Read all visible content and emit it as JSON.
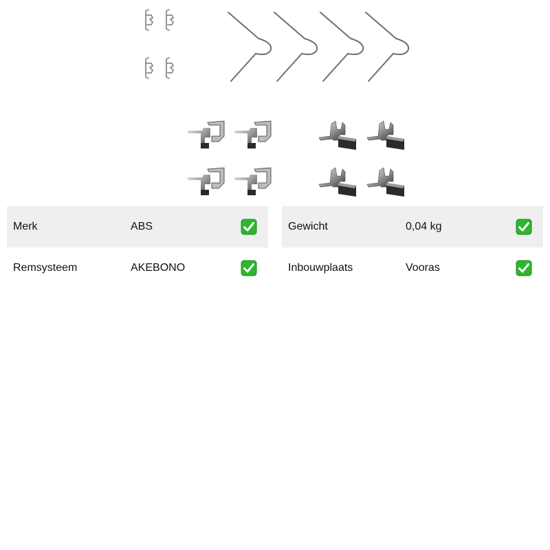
{
  "specs": {
    "left": [
      {
        "label": "Merk",
        "value": "ABS",
        "icon": "check-mark-button-icon"
      },
      {
        "label": "Remsysteem",
        "value": "AKEBONO",
        "icon": "check-mark-button-icon"
      }
    ],
    "right": [
      {
        "label": "Gewicht",
        "value": "0,04 kg",
        "icon": "check-mark-button-icon"
      },
      {
        "label": "Inbouwplaats",
        "value": "Vooras",
        "icon": "check-mark-button-icon"
      }
    ]
  },
  "colors": {
    "row_shade": "#efefef",
    "check_green": "#2fb52f"
  }
}
